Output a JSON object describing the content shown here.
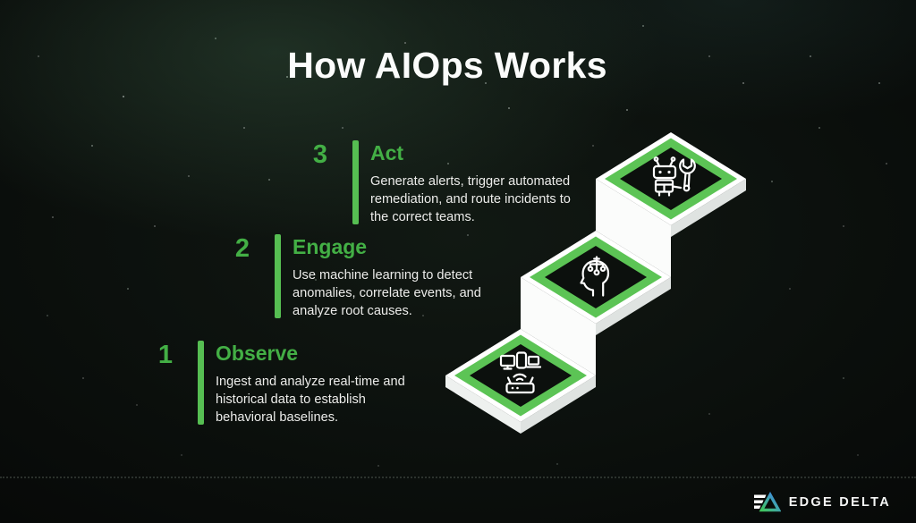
{
  "title": "How AIOps Works",
  "steps": [
    {
      "number": "1",
      "heading": "Observe",
      "description": "Ingest and analyze real-time and\nhistorical data to establish\nbehavioral baselines.",
      "icon": "devices-icon"
    },
    {
      "number": "2",
      "heading": "Engage",
      "description": "Use machine learning to detect\nanomalies, correlate events, and\nanalyze root causes.",
      "icon": "machine-learning-head-icon"
    },
    {
      "number": "3",
      "heading": "Act",
      "description": "Generate alerts, trigger automated\nremediation, and route incidents to\nthe correct teams.",
      "icon": "robot-wrench-icon"
    }
  ],
  "footer": {
    "brand": "EDGE DELTA"
  },
  "colors": {
    "accent_green": "#56be52",
    "heading_green": "#43af45",
    "diamond_green": "#5cc455",
    "step_white": "#ffffff",
    "diamond_black": "#0c100d",
    "logo_green": "#40c65e",
    "logo_blue": "#3f87ee",
    "background": "#080b09"
  }
}
